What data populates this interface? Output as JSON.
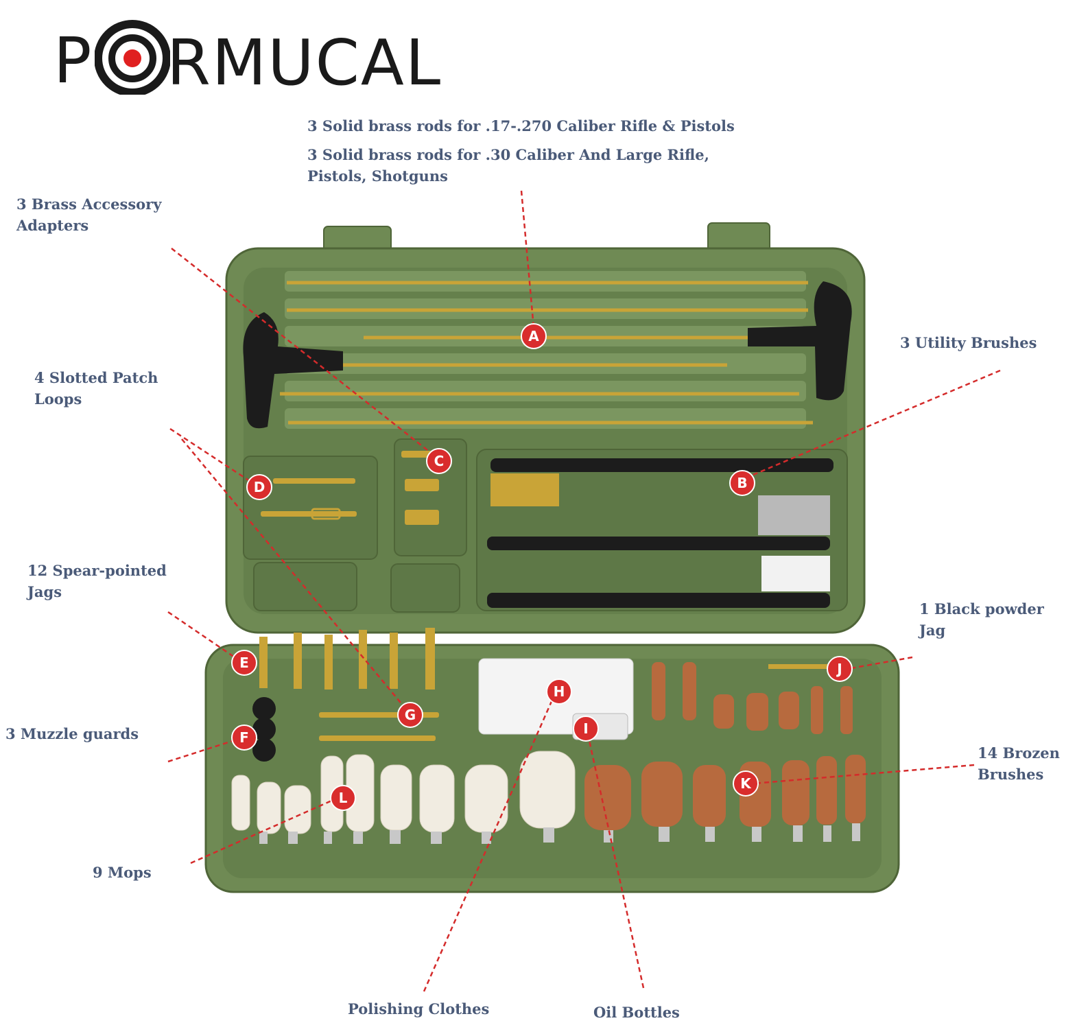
{
  "brand": {
    "name": "RMUCAL",
    "logo_letters": "P",
    "logo_mark": "target-icon"
  },
  "colors": {
    "case": "#6f8a54",
    "case_dark": "#5c7545",
    "brass": "#c9a437",
    "leader": "#d42b2b",
    "badge": "#d92d2d",
    "label": "#4a5a78"
  },
  "labels": {
    "rods_1": "3 Solid brass rods for .17-.270 Caliber Rifle & Pistols",
    "rods_2": "3 Solid brass rods for .30 Caliber And Large Rifle,\nPistols, Shotguns",
    "adapters": "3 Brass Accessory\nAdapters",
    "patch_loops": "4 Slotted Patch\nLoops",
    "utility_brushes": "3 Utility Brushes",
    "jags": "12 Spear-pointed\nJags",
    "black_powder_jag": "1 Black powder\nJag",
    "muzzle_guards": "3 Muzzle guards",
    "bronze_brushes": "14 Brozen\nBrushes",
    "mops": "9 Mops",
    "polishing_clothes": "Polishing Clothes",
    "oil_bottles": "Oil Bottles"
  },
  "badges": [
    "A",
    "B",
    "C",
    "D",
    "E",
    "F",
    "G",
    "H",
    "I",
    "J",
    "K",
    "L"
  ]
}
